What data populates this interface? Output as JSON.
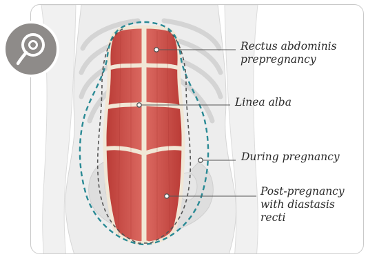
{
  "diagram": {
    "labels": {
      "rectus": [
        "Rectus abdominis",
        "prepregnancy"
      ],
      "linea": [
        "Linea alba"
      ],
      "during": [
        "During pregnancy"
      ],
      "post": [
        "Post-pregnancy",
        "with diastasis",
        "recti"
      ]
    },
    "badge_icon": "pregnancy-info-icon",
    "colors": {
      "muscle": "#c8453f",
      "muscle_light": "#dd6e67",
      "tendon": "#f1e7d6",
      "during_outline": "#2a8a95",
      "post_outline": "#555555",
      "body": "#e7e7e7",
      "badge": "#8e8b89",
      "leader_line": "#555555"
    }
  }
}
